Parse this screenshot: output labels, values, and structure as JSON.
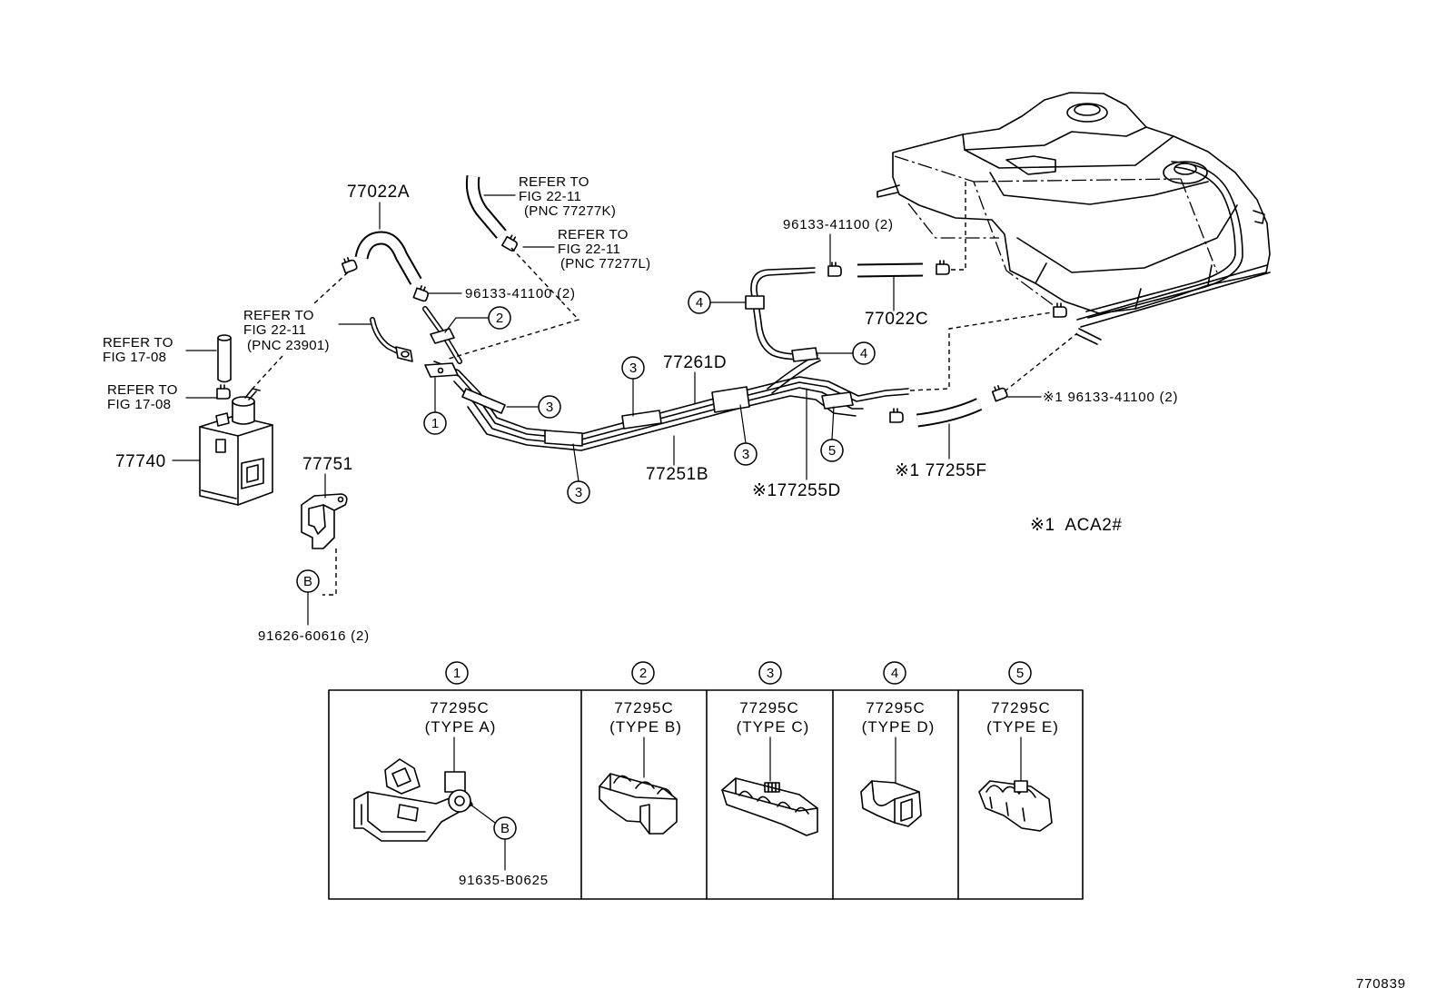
{
  "diagram": {
    "code": "770839",
    "footnote": "※1  ACA2#"
  },
  "refer_notes": {
    "pnc_77277k": {
      "line1": "REFER TO",
      "line2": "FIG 22-11",
      "line3": "(PNC 77277K)"
    },
    "pnc_77277l": {
      "line1": "REFER TO",
      "line2": "FIG 22-11",
      "line3": "(PNC 77277L)"
    },
    "pnc_23901": {
      "line1": "REFER TO",
      "line2": "FIG 22-11",
      "line3": "(PNC 23901)"
    },
    "fig_17_08_upper": {
      "line1": "REFER TO",
      "line2": "FIG 17-08"
    },
    "fig_17_08_lower": {
      "line1": "REFER TO",
      "line2": "FIG 17-08"
    }
  },
  "parts": {
    "hose_77022a": "77022A",
    "clip_left": "96133-41100 (2)",
    "canister": "77740",
    "bracket": "77751",
    "bolt": "91626-60616 (2)",
    "tube_77261d": "77261D",
    "tube_77251b": "77251B",
    "tube_77255d": "※177255D",
    "clip_tank": "96133-41100 (2)",
    "hose_77022c": "77022C",
    "clip_aca2": "※1 96133-41100 (2)",
    "hose_77255f": "※1 77255F"
  },
  "markers": {
    "one": "1",
    "two": "2",
    "three": "3",
    "four": "4",
    "five": "5",
    "bolt": "B"
  },
  "clamp_table": {
    "columns": [
      {
        "marker": "1",
        "part": "77295C",
        "type": "(TYPE A)"
      },
      {
        "marker": "2",
        "part": "77295C",
        "type": "(TYPE B)"
      },
      {
        "marker": "3",
        "part": "77295C",
        "type": "(TYPE C)"
      },
      {
        "marker": "4",
        "part": "77295C",
        "type": "(TYPE D)"
      },
      {
        "marker": "5",
        "part": "77295C",
        "type": "(TYPE E)"
      }
    ],
    "bolt_marker": "B",
    "bolt_part": "91635-B0625"
  }
}
